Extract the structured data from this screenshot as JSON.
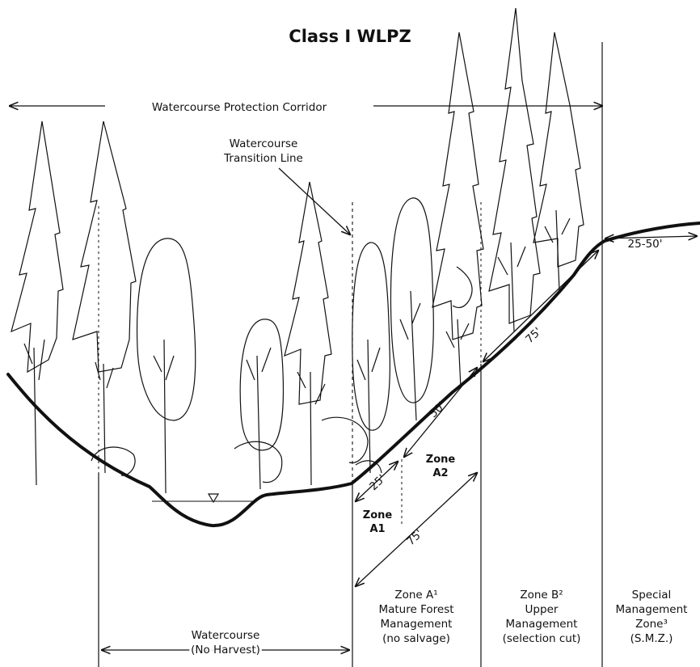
{
  "title": "Class I WLPZ",
  "corridor_label": "Watercourse Protection Corridor",
  "transition_label": [
    "Watercourse",
    "Transition Line"
  ],
  "slope_distances": {
    "zone_a1": "25'",
    "zone_a2": "50'",
    "zone_a_total": "75'",
    "zone_b": "75'",
    "smz": "25-50'"
  },
  "subzones": {
    "a1": [
      "Zone",
      "A1"
    ],
    "a2": [
      "Zone",
      "A2"
    ]
  },
  "bottom_labels": {
    "watercourse": [
      "Watercourse",
      "(No Harvest)"
    ],
    "zone_a": [
      "Zone A¹",
      "Mature Forest",
      "Management",
      "(no salvage)"
    ],
    "zone_b": [
      "Zone B²",
      "Upper",
      "Management",
      "(selection cut)"
    ],
    "smz": [
      "Special",
      "Management",
      "Zone³",
      "(S.M.Z.)"
    ]
  },
  "water_symbol": "water-surface-triangle-icon",
  "colors": {
    "ink": "#111111",
    "background": "#ffffff"
  }
}
